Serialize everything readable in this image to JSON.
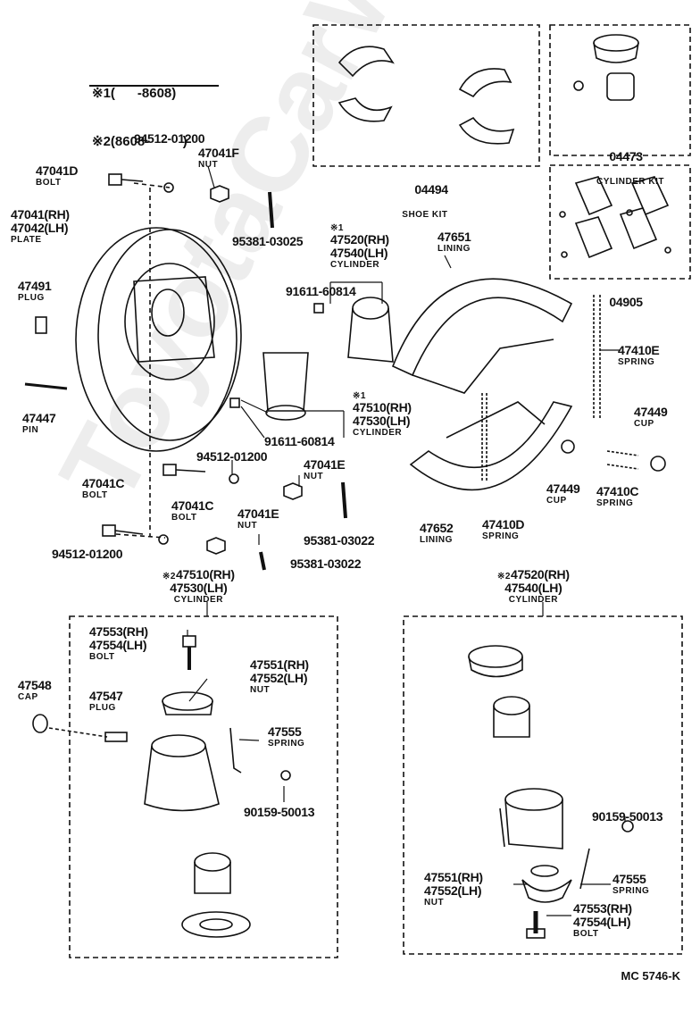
{
  "legend": {
    "line1": "※1(      -8608)",
    "line2": "※2(8608-         )"
  },
  "watermark": "ToyotaCarWiring",
  "drawing_code": "MC 5746-K",
  "kits": {
    "shoe_kit": {
      "number": "04494",
      "name": "SHOE KIT"
    },
    "cylinder_kit": {
      "number": "04473",
      "name": "CYLINDER KIT"
    },
    "cup_kit": {
      "number": "04905"
    }
  },
  "parts": {
    "p94512_top": {
      "number": "94512-01200"
    },
    "p47041D": {
      "number": "47041D",
      "name": "BOLT"
    },
    "p47041F": {
      "number": "47041F",
      "name": "NUT"
    },
    "p95381_top": {
      "number": "95381-03025"
    },
    "plate": {
      "rh": "47041(RH)",
      "lh": "47042(LH)",
      "name": "PLATE"
    },
    "p47491": {
      "number": "47491",
      "name": "PLUG"
    },
    "p47447": {
      "number": "47447",
      "name": "PIN"
    },
    "cyl_note1": {
      "mark": "※1",
      "rh": "47520(RH)",
      "lh": "47540(LH)",
      "name": "CYLINDER"
    },
    "p91611_a": {
      "number": "91611-60814"
    },
    "p47651": {
      "number": "47651",
      "name": "LINING"
    },
    "p47410E": {
      "number": "47410E",
      "name": "SPRING"
    },
    "p47449_right": {
      "number": "47449",
      "name": "CUP"
    },
    "cyl_note1b": {
      "mark": "※1",
      "rh": "47510(RH)",
      "lh": "47530(LH)",
      "name": "CYLINDER"
    },
    "p91611_b": {
      "number": "91611-60814"
    },
    "p94512_mid": {
      "number": "94512-01200"
    },
    "p47041C_left": {
      "number": "47041C",
      "name": "BOLT"
    },
    "p47041C_mid": {
      "number": "47041C",
      "name": "BOLT"
    },
    "p47041E_upper": {
      "number": "47041E",
      "name": "NUT"
    },
    "p47041E_lower": {
      "number": "47041E",
      "name": "NUT"
    },
    "p95381_mid": {
      "number": "95381-03022"
    },
    "p95381_low": {
      "number": "95381-03022"
    },
    "p94512_low": {
      "number": "94512-01200"
    },
    "p47449_mid": {
      "number": "47449",
      "name": "CUP"
    },
    "p47410C": {
      "number": "47410C",
      "name": "SPRING"
    },
    "p47652": {
      "number": "47652",
      "name": "LINING"
    },
    "p47410D": {
      "number": "47410D",
      "name": "SPRING"
    },
    "cyl2_left": {
      "mark": "※2",
      "rh": "47510(RH)",
      "lh": "47530(LH)",
      "name": "CYLINDER"
    },
    "cyl2_right": {
      "mark": "※2",
      "rh": "47520(RH)",
      "lh": "47540(LH)",
      "name": "CYLINDER"
    },
    "L_bolt": {
      "rh": "47553(RH)",
      "lh": "47554(LH)",
      "name": "BOLT"
    },
    "L_nut": {
      "rh": "47551(RH)",
      "lh": "47552(LH)",
      "name": "NUT"
    },
    "L_cap": {
      "number": "47548",
      "name": "CAP"
    },
    "L_plug": {
      "number": "47547",
      "name": "PLUG"
    },
    "L_spring": {
      "number": "47555",
      "name": "SPRING"
    },
    "L_90159": {
      "number": "90159-50013"
    },
    "R_90159": {
      "number": "90159-50013"
    },
    "R_nut": {
      "rh": "47551(RH)",
      "lh": "47552(LH)",
      "name": "NUT"
    },
    "R_spring": {
      "number": "47555",
      "name": "SPRING"
    },
    "R_bolt": {
      "rh": "47553(RH)",
      "lh": "47554(LH)",
      "name": "BOLT"
    }
  }
}
